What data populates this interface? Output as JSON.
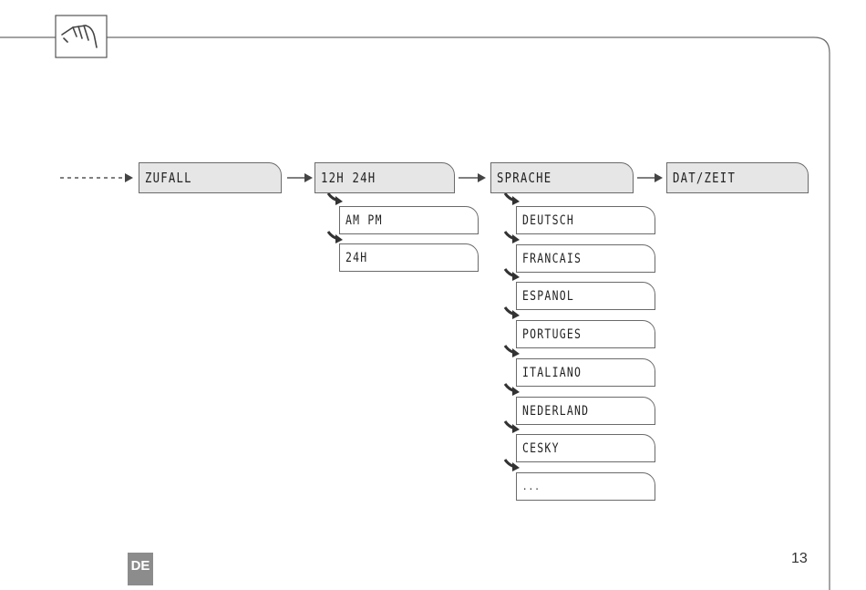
{
  "menu": {
    "main_items": [
      "ZUFALL",
      "12H 24H",
      "SPRACHE",
      "DAT/ZEIT"
    ],
    "time_format_options": [
      "AM PM",
      "24H"
    ],
    "language_options": [
      "DEUTSCH",
      "FRANCAIS",
      "ESPANOL",
      "PORTUGES",
      "ITALIANO",
      "NEDERLAND",
      "CESKY",
      "..."
    ]
  },
  "icons": {
    "header": "hand-pointer-icon"
  },
  "footer": {
    "language_badge": "DE",
    "page_number": "13"
  }
}
